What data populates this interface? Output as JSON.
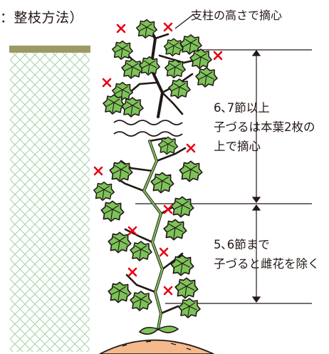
{
  "title": "：整枝方法）",
  "callout": "支柱の高さで摘心",
  "section_upper": {
    "lines": [
      "6､7節以上",
      "子づるは本葉2枚の",
      "上で摘心"
    ]
  },
  "section_lower": {
    "lines": [
      "5､6節まで",
      "子づると雌花を除く"
    ]
  },
  "colors": {
    "leaf": "#7cc35a",
    "stem": "#231815",
    "mark": "#e60012",
    "net": "#a9d3a9",
    "pole": "#9c9a63",
    "soil": "#f4ba8e"
  },
  "icons": [
    "x-mark-icon",
    "leaf-icon",
    "break-wave-icon",
    "dimension-arrow-icon"
  ]
}
